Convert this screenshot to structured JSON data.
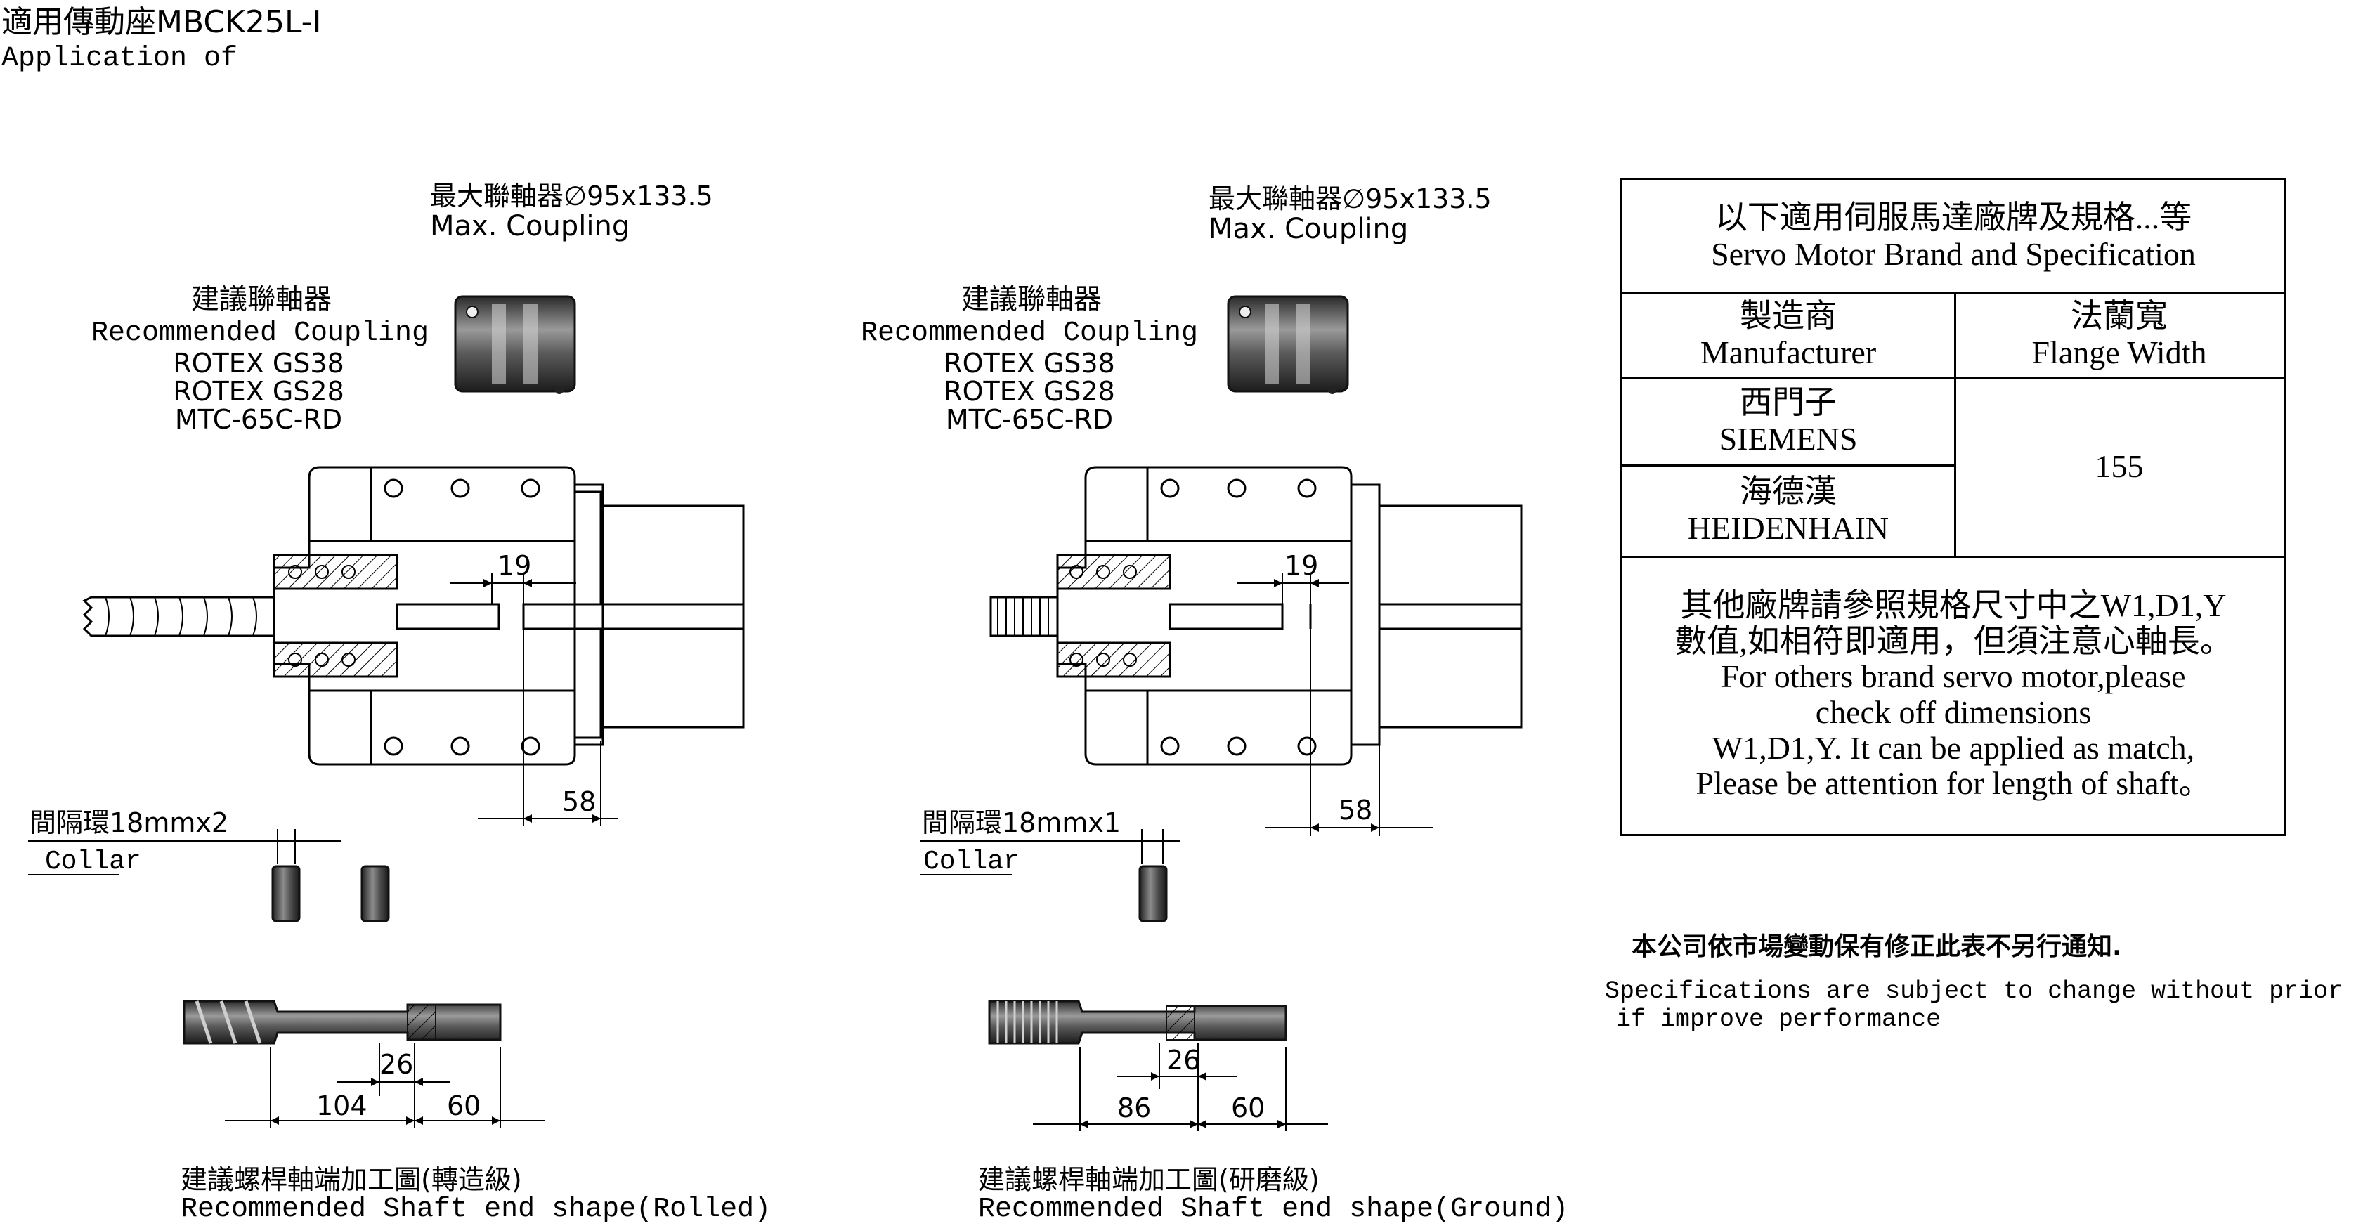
{
  "header": {
    "title": "適用傳動座MBCK25L-I",
    "subtitle": "Application of"
  },
  "left": {
    "max_coupling_zh": "最大聯軸器∅95x133.5",
    "max_coupling_en": "Max. Coupling",
    "rec_coupling_zh": "建議聯軸器",
    "rec_coupling_en": "Recommended Coupling",
    "coupling_1": "ROTEX GS38",
    "coupling_2": "ROTEX GS28",
    "coupling_3": "MTC-65C-RD",
    "dim_19": "19",
    "dim_58": "58",
    "collar_zh": "間隔環18mmx2",
    "collar_en": "Collar",
    "dim_26": "26",
    "dim_104": "104",
    "dim_60": "60",
    "shaft_zh": "建議螺桿軸端加工圖(轉造級)",
    "shaft_en": "Recommended Shaft end shape(Rolled)"
  },
  "middle": {
    "max_coupling_zh": "最大聯軸器∅95x133.5",
    "max_coupling_en": "Max. Coupling",
    "rec_coupling_zh": "建議聯軸器",
    "rec_coupling_en": "Recommended Coupling",
    "coupling_1": "ROTEX GS38",
    "coupling_2": "ROTEX GS28",
    "coupling_3": "MTC-65C-RD",
    "dim_19": "19",
    "dim_58": "58",
    "collar_zh": "間隔環18mmx1",
    "collar_en": "Collar",
    "dim_26": "26",
    "dim_86": "86",
    "dim_60": "60",
    "shaft_zh": "建議螺桿軸端加工圖(研磨級)",
    "shaft_en": "Recommended Shaft end shape(Ground)"
  },
  "table": {
    "title_zh": "以下適用伺服馬達廠牌及規格...等",
    "title_en": "Servo Motor Brand and Specification",
    "col1_zh": "製造商",
    "col1_en": "Manufacturer",
    "col2_zh": "法蘭寬",
    "col2_en": "Flange Width",
    "row1_zh": "西門子",
    "row1_en": "SIEMENS",
    "row2_zh": "海德漢",
    "row2_en": "HEIDENHAIN",
    "flange_value": "155",
    "note_1": "其他廠牌請參照規格尺寸中之W1,D1,Y",
    "note_2": "數值,如相符即適用，但須注意心軸長。",
    "note_3": "For others brand servo motor,please",
    "note_4": "check off dimensions",
    "note_5": "W1,D1,Y. It can be applied as match,",
    "note_6": "Please be attention for length of shaft。"
  },
  "footer": {
    "notice_zh": "本公司依市場變動保有修正此表不另行通知.",
    "notice_en_1": "Specifications are subject to change without prior notice",
    "notice_en_2": "if improve performance"
  }
}
